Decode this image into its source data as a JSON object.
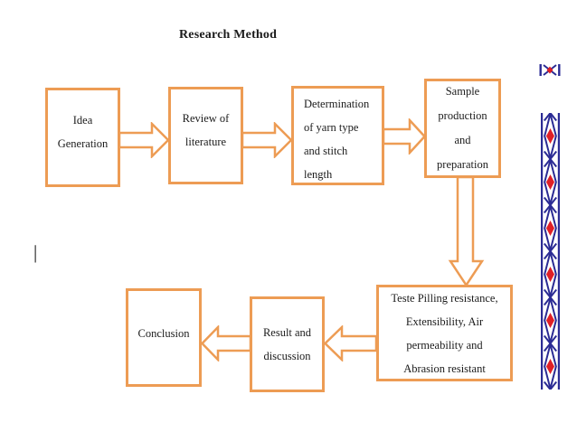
{
  "title": "Research Method",
  "text_cursor": "|",
  "flowchart": {
    "boxes": [
      {
        "name": "idea-generation",
        "label": "Idea\nGeneration"
      },
      {
        "name": "review-of-literature",
        "label": "Review of\nliterature"
      },
      {
        "name": "determination-yarn-stitch",
        "label": "Determination\nof yarn type\nand stitch\nlength"
      },
      {
        "name": "sample-production",
        "label": "Sample\nproduction\nand\npreparation"
      },
      {
        "name": "testing",
        "label": "Teste Pilling resistance,\nExtensibility, Air\npermeability and\nAbrasion resistant"
      },
      {
        "name": "result-discussion",
        "label": "Result and\ndiscussion"
      },
      {
        "name": "conclusion",
        "label": "Conclusion"
      }
    ],
    "connectors": [
      {
        "from": "idea-generation",
        "to": "review-of-literature",
        "direction": "right"
      },
      {
        "from": "review-of-literature",
        "to": "determination-yarn-stitch",
        "direction": "right"
      },
      {
        "from": "determination-yarn-stitch",
        "to": "sample-production",
        "direction": "right"
      },
      {
        "from": "sample-production",
        "to": "testing",
        "direction": "down"
      },
      {
        "from": "testing",
        "to": "result-discussion",
        "direction": "left"
      },
      {
        "from": "result-discussion",
        "to": "conclusion",
        "direction": "left"
      }
    ]
  },
  "decorations": {
    "page_border_art": "diamond-x-chain-strip"
  },
  "colors": {
    "shape_outline": "#ED9C54",
    "border_art_blue": "#2B2B94",
    "border_art_red": "#DF1F26",
    "text": "#1B1B1B",
    "background": "#FFFFFF"
  }
}
